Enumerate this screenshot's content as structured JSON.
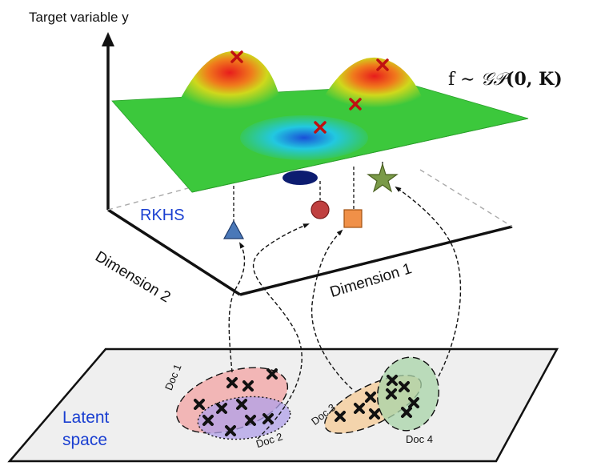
{
  "labels": {
    "target": "Target variable y",
    "formula_lhs": "f ∼ ",
    "formula_gp": "𝒢𝒫",
    "formula_args": "(0, K)",
    "rkhs": "RKHS",
    "dimension2": "Dimension 2",
    "dimension1": "Dimension 1",
    "latent_space": "Latent space",
    "doc1": "Doc 1",
    "doc2": "Doc 2",
    "doc3": "Doc 3",
    "doc4": "Doc 4"
  },
  "colors": {
    "surface_green": "#3cc83c",
    "peak_red": "#e8241c",
    "peak_yellow": "#d8d81c",
    "valley_cyan": "#22c8e0",
    "rkhs_text": "#1a3fd1",
    "latent_text": "#1a3fd1",
    "doc1_fill": "#f2a8a8",
    "doc2_fill": "#b0a0e8",
    "doc3_fill": "#f4cfa0",
    "doc4_fill": "#a8d4a8",
    "triangle": "#4a78b8",
    "circle": "#c04040",
    "square": "#f09048",
    "star": "#7a9a48",
    "latent_plane": "#efefef"
  },
  "markers": [
    "triangle",
    "circle",
    "square",
    "star"
  ]
}
